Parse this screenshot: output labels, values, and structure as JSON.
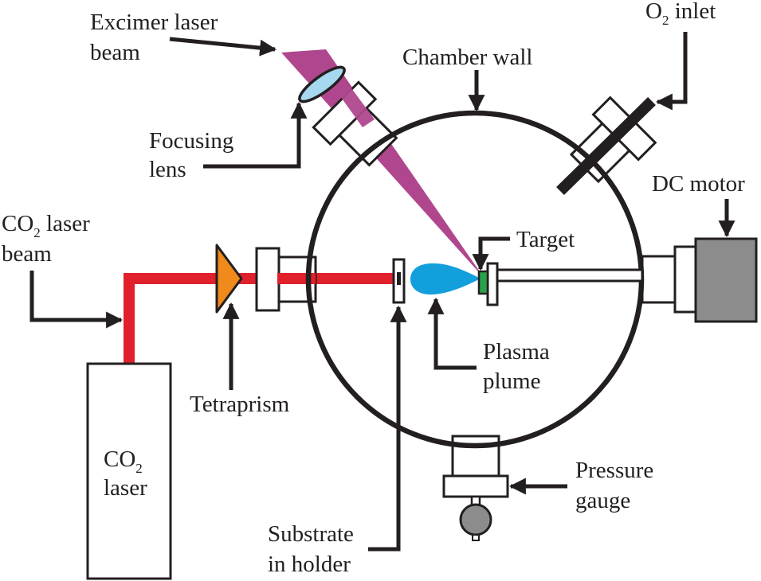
{
  "labels": {
    "excimer_line1": "Excimer laser",
    "excimer_line2": "beam",
    "chamber_wall": "Chamber wall",
    "o2_inlet_prefix": "O",
    "o2_inlet_sub": "2",
    "o2_inlet_suffix": " inlet",
    "focusing_line1": "Focusing",
    "focusing_line2": "lens",
    "dc_motor": "DC motor",
    "co2beam_prefix": "CO",
    "co2beam_sub": "2",
    "co2beam_suffix": " laser",
    "co2beam_line2": "beam",
    "target": "Target",
    "plasma_line1": "Plasma",
    "plasma_line2": "plume",
    "tetraprism": "Tetraprism",
    "co2laser_prefix": "CO",
    "co2laser_sub": "2",
    "co2laser_line2": "laser",
    "pressure_line1": "Pressure",
    "pressure_line2": "gauge",
    "substrate_line1": "Substrate",
    "substrate_line2": "in holder"
  },
  "colors": {
    "outline": "#231f20",
    "co2_beam": "#e0202a",
    "excimer_beam": "#b0478e",
    "lens": "#a6d8f0",
    "prism": "#f08a1c",
    "plume": "#129fdc",
    "target_strip": "#2aa14a",
    "motor": "#8c8c8c",
    "gauge": "#8c8c8c"
  }
}
